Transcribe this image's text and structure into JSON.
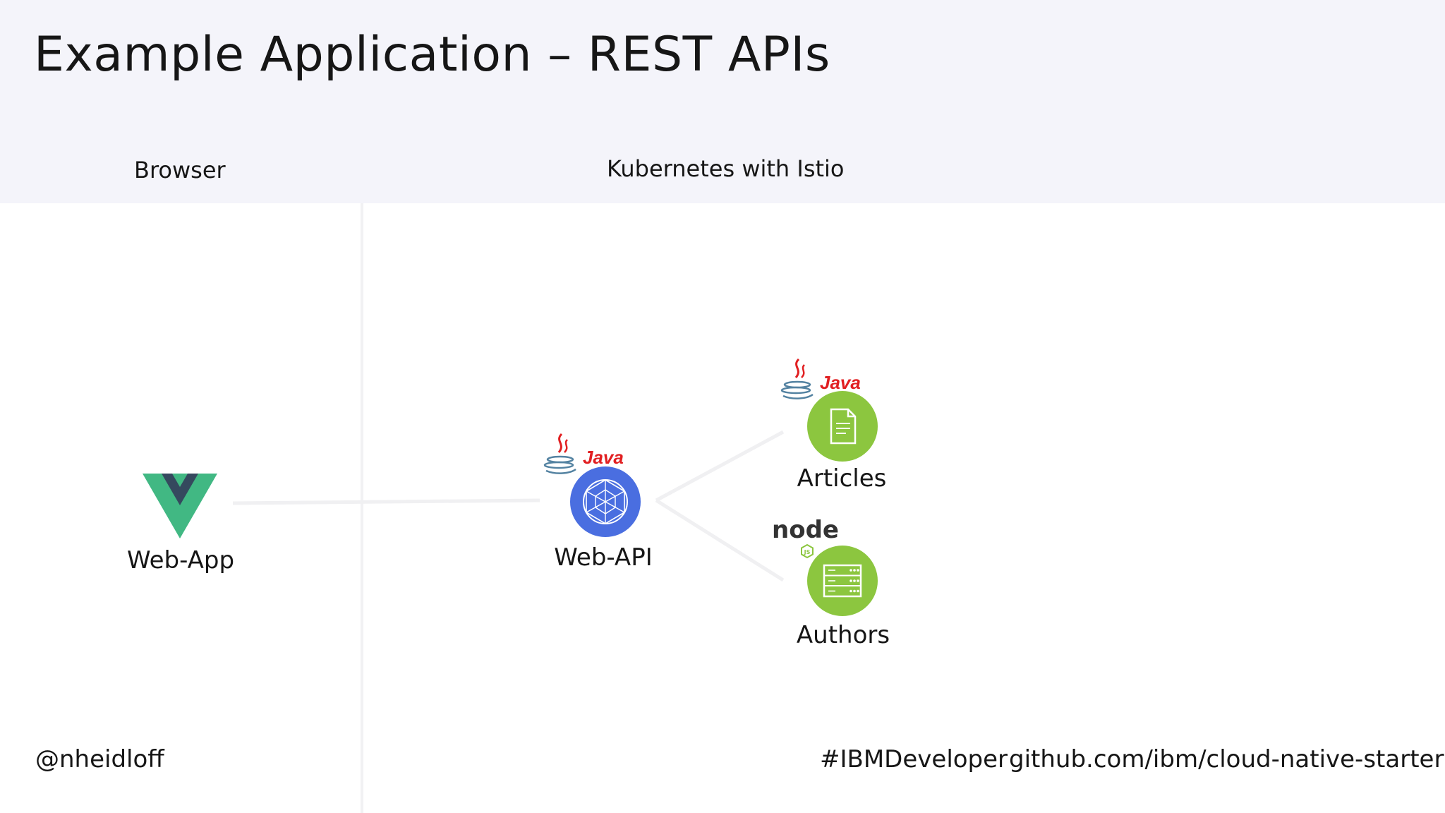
{
  "header": {
    "title": "Example Application – REST APIs",
    "browser_label": "Browser",
    "cluster_label": "Kubernetes with Istio"
  },
  "nodes": {
    "web_app": {
      "label": "Web-App",
      "icon": "vue-logo-icon"
    },
    "web_api": {
      "label": "Web-API",
      "icon": "network-globe-icon",
      "tech_badge": "Java"
    },
    "articles": {
      "label": "Articles",
      "icon": "document-icon",
      "tech_badge": "Java"
    },
    "authors": {
      "label": "Authors",
      "icon": "server-icon",
      "tech_badge": "node"
    }
  },
  "badges": {
    "java_text": "Java",
    "node_text": "node",
    "node_js_text": "JS"
  },
  "footer": {
    "handle": "@nheidloff",
    "hashtag": "#IBMDeveloper",
    "repo": "github.com/ibm/cloud-native-starter"
  },
  "colors": {
    "header_band": "#f4f4fa",
    "web_api_circle": "#4a6ee0",
    "service_circle": "#8cc63f",
    "java_red": "#e11f21",
    "java_blue": "#5382a1",
    "vue_green": "#41b883",
    "vue_dark": "#35495e"
  }
}
